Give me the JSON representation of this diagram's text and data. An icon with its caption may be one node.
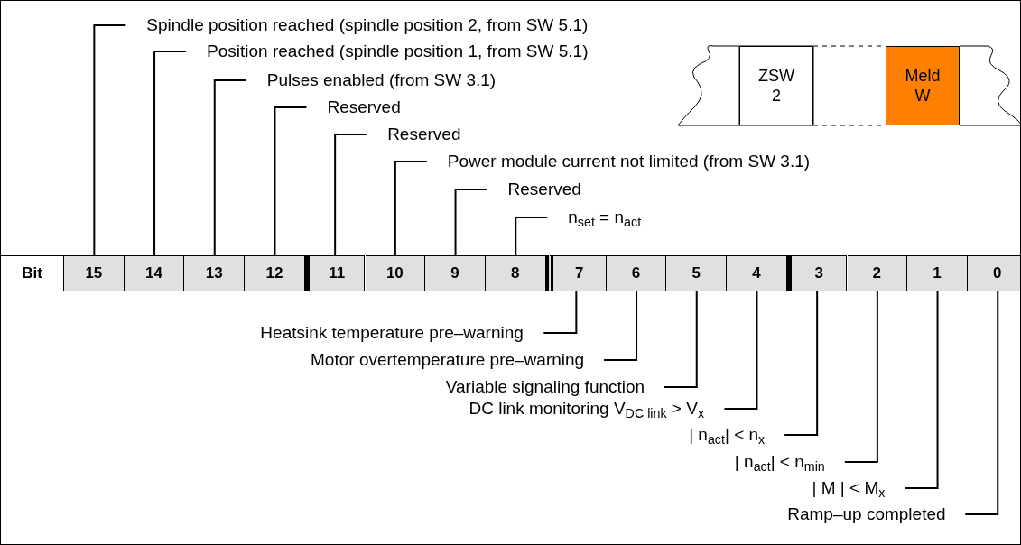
{
  "diagram": {
    "nodes": [
      {
        "text": [
          "Spindle position reached (spindle position 2, from SW 5.1)"
        ]
      },
      {
        "text": [
          "Position reached (spindle position 1, from SW 5.1)"
        ]
      },
      {
        "text": [
          "Pulses enabled (from SW 3.1)"
        ]
      },
      {
        "text": [
          "Reserved"
        ]
      },
      {
        "text": [
          "Reserved"
        ]
      },
      {
        "text": [
          "Power module current not limited (from SW 3.1)"
        ]
      },
      {
        "text": [
          "Reserved"
        ]
      },
      {
        "text": [
          "n$_{set}$ = n$_{act}$"
        ]
      },
      {
        "text": [
          "ZSW 2"
        ]
      },
      {
        "text": [
          "Meld W"
        ]
      },
      {
        "text": [
          "Bit"
        ]
      },
      {
        "text": [
          "15"
        ]
      },
      {
        "text": [
          "14"
        ]
      },
      {
        "text": [
          "13"
        ]
      },
      {
        "text": [
          "12"
        ]
      },
      {
        "text": [
          "11"
        ]
      },
      {
        "text": [
          "10"
        ]
      },
      {
        "text": [
          "9"
        ]
      },
      {
        "text": [
          "8"
        ]
      },
      {
        "text": [
          "7"
        ]
      },
      {
        "text": [
          "6"
        ]
      },
      {
        "text": [
          "5"
        ]
      },
      {
        "text": [
          "4"
        ]
      },
      {
        "text": [
          "3"
        ]
      },
      {
        "text": [
          "2"
        ]
      },
      {
        "text": [
          "1"
        ]
      },
      {
        "text": [
          "0"
        ]
      },
      {
        "text": [
          "Heatsink temperature pre–warning"
        ]
      },
      {
        "text": [
          "Motor overtemperature pre–warning"
        ]
      },
      {
        "text": [
          "Variable signaling function"
        ]
      },
      {
        "text": [
          "DC link monitoring V$_{DC link}$ > V$_{x}$"
        ]
      },
      {
        "text": [
          "| n$_{act}$| < n$_{x}$"
        ]
      },
      {
        "text": [
          "| n$_{act}$| < n$_{min}$"
        ]
      },
      {
        "text": [
          "| M | < M$_{x}$"
        ]
      },
      {
        "text": [
          "Ramp–up completed"
        ]
      }
    ],
    "edges": [
      {
        "from": 0,
        "to": 11,
        "arrow": "none"
      },
      {
        "from": 1,
        "to": 12,
        "arrow": "none"
      },
      {
        "from": 2,
        "to": 13,
        "arrow": "none"
      },
      {
        "from": 3,
        "to": 14,
        "arrow": "none"
      },
      {
        "from": 4,
        "to": 15,
        "arrow": "none"
      },
      {
        "from": 5,
        "to": 16,
        "arrow": "none"
      },
      {
        "from": 6,
        "to": 17,
        "arrow": "none"
      },
      {
        "from": 7,
        "to": 18,
        "arrow": "none"
      },
      {
        "from": 27,
        "to": 19,
        "arrow": "none"
      },
      {
        "from": 28,
        "to": 20,
        "arrow": "none"
      },
      {
        "from": 29,
        "to": 21,
        "arrow": "none"
      },
      {
        "from": 30,
        "to": 22,
        "arrow": "none"
      },
      {
        "from": 31,
        "to": 23,
        "arrow": "none"
      },
      {
        "from": 32,
        "to": 24,
        "arrow": "none"
      },
      {
        "from": 33,
        "to": 25,
        "arrow": "none"
      },
      {
        "from": 34,
        "to": 26,
        "arrow": "none"
      }
    ]
  }
}
